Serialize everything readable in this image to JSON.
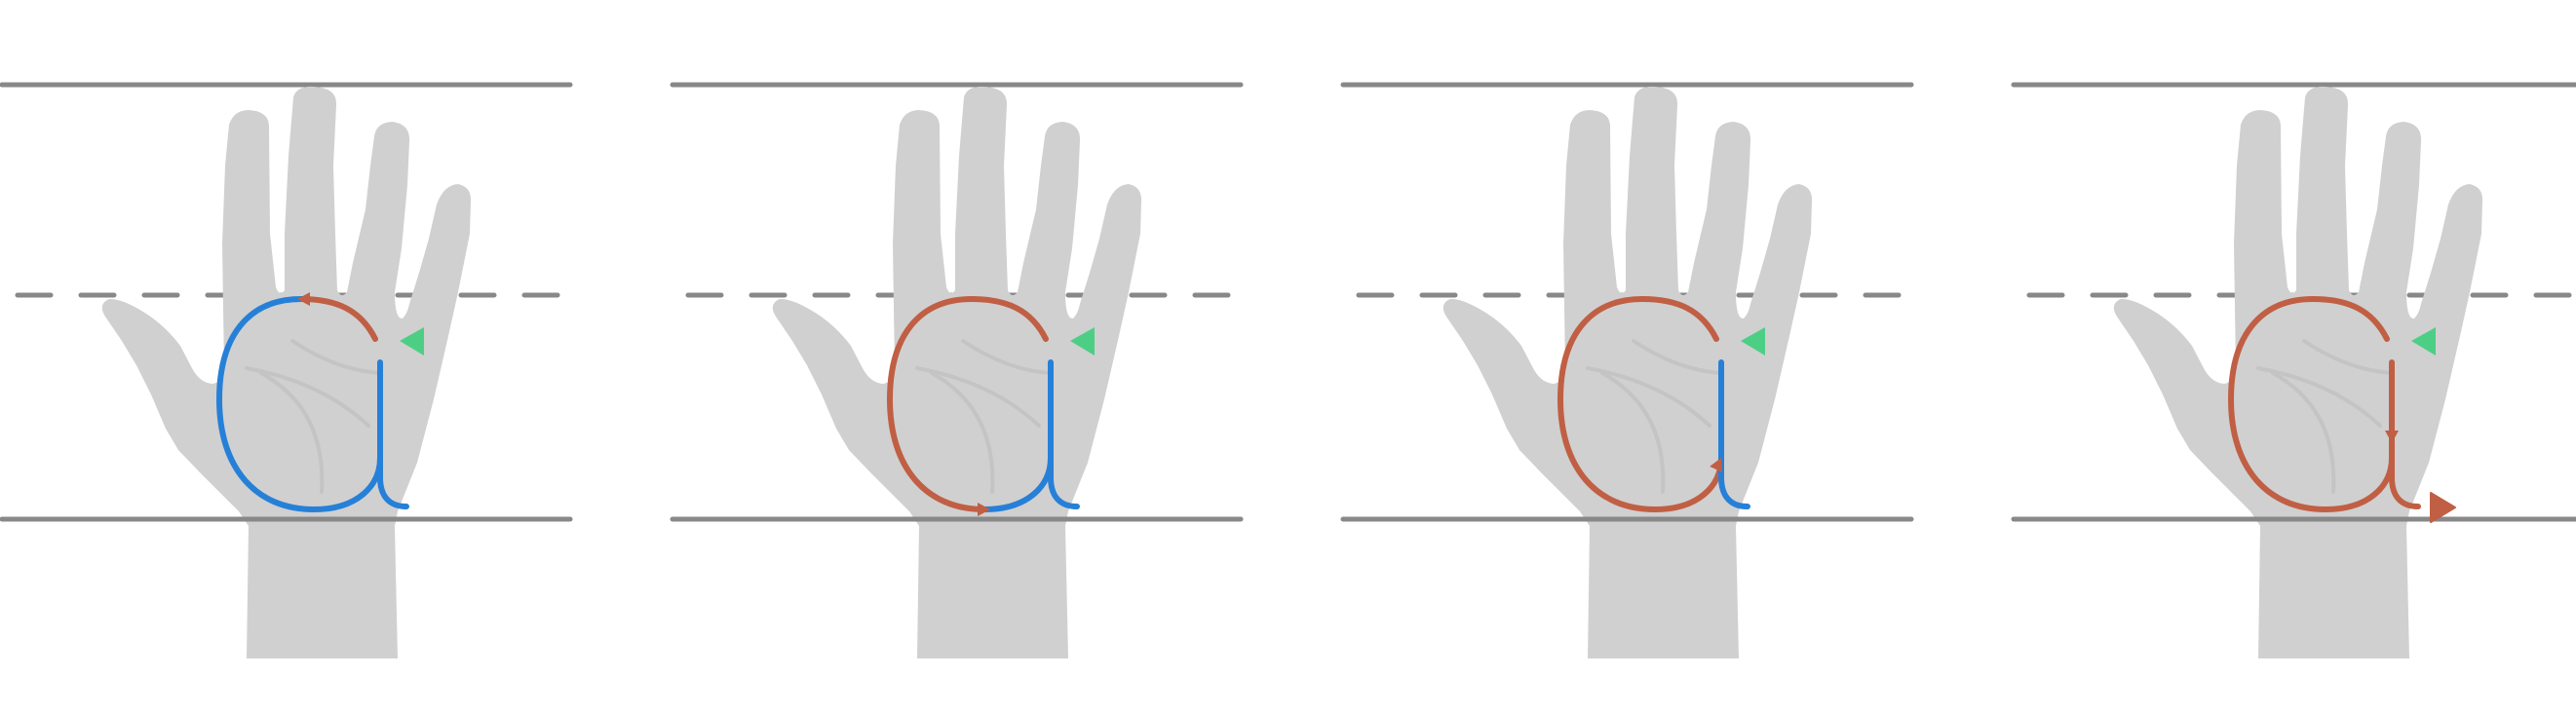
{
  "colors": {
    "background": "#ffffff",
    "guide_line": "#888888",
    "hand": "#d0d0d0",
    "palm_line": "#c4c4c4",
    "traced_stroke": "#c05f44",
    "pending_stroke": "#2680d8",
    "start_marker": "#4ccf85"
  },
  "icons": {
    "start_marker": "start-triangle-icon",
    "direction_arrow": "arrowhead-icon",
    "end_marker": "end-triangle-icon"
  },
  "letter": "a",
  "panels": [
    {
      "traced_segments": 1,
      "end_marker": false
    },
    {
      "traced_segments": 2,
      "end_marker": false
    },
    {
      "traced_segments": 3,
      "end_marker": false
    },
    {
      "traced_segments": 4,
      "end_marker": true
    }
  ]
}
